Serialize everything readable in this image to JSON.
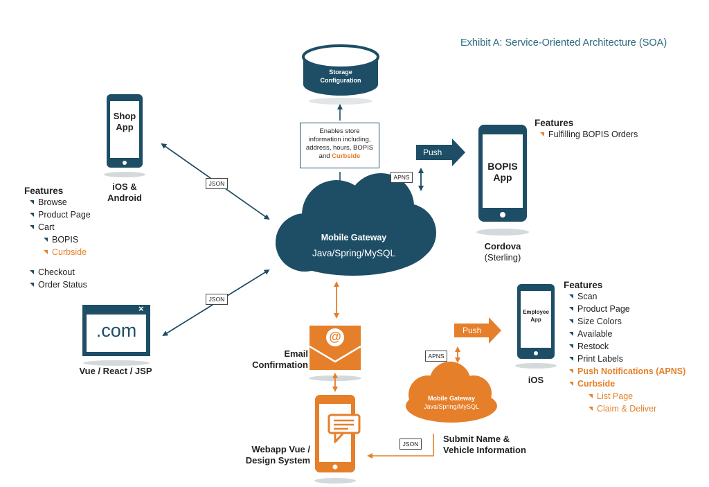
{
  "title": "Exhibit A: Service-Oriented Architecture (SOA)",
  "storage": {
    "line1": "Storage",
    "line2": "Configuration"
  },
  "enables_box": {
    "line1": "Enables store",
    "line2": "information including,",
    "line3": "address, hours, BOPIS",
    "line4_prefix": "and ",
    "line4_highlight": "Curbside"
  },
  "mobile_gateway": {
    "name": "Mobile Gateway",
    "stack": "Java/Spring/MySQL"
  },
  "shop_app": {
    "screen_line1": "Shop",
    "screen_line2": "App",
    "label_line1": "iOS &",
    "label_line2": "Android"
  },
  "shop_features": {
    "heading": "Features",
    "items": [
      "Browse",
      "Product Page",
      "Cart"
    ],
    "sub_items": [
      "BOPIS",
      "Curbside"
    ],
    "items2": [
      "Checkout",
      "Order Status"
    ]
  },
  "web": {
    "screen_text": ".com",
    "close_glyph": "×",
    "label": "Vue / React / JSP"
  },
  "json_tags": [
    "JSON",
    "JSON",
    "JSON"
  ],
  "apns_tags": [
    "APNS",
    "APNS"
  ],
  "push_labels": [
    "Push",
    "Push"
  ],
  "bopis_app": {
    "screen_line1": "BOPIS",
    "screen_line2": "App",
    "label_line1": "Cordova",
    "label_line2": "(Sterling)"
  },
  "bopis_features": {
    "heading": "Features",
    "items": [
      "Fulfilling BOPIS Orders"
    ]
  },
  "email": {
    "glyph": "@",
    "label_line1": "Email",
    "label_line2": "Confirmation"
  },
  "webapp": {
    "label_line1": "Webapp Vue /",
    "label_line2": "Design System"
  },
  "small_gateway": {
    "name": "Mobile Gateway",
    "stack": "Java/Spring/MySQL"
  },
  "submit": {
    "line1": "Submit Name &",
    "line2": "Vehicle Information"
  },
  "employee_app": {
    "screen_line1": "Employee",
    "screen_line2": "App",
    "label": "iOS"
  },
  "employee_features": {
    "heading": "Features",
    "items": [
      "Scan",
      "Product Page",
      "Size Colors",
      "Available",
      "Restock",
      "Print Labels"
    ],
    "highlight_items": [
      "Push Notifications (APNS)",
      "Curbside"
    ],
    "sub_items": [
      "List Page",
      "Claim & Deliver"
    ]
  },
  "colors": {
    "navy": "#1d4e66",
    "orange": "#e57f2a",
    "title": "#2b6a7c"
  },
  "icons": [
    "database-icon",
    "cloud-icon",
    "phone-icon",
    "browser-window-icon",
    "email-envelope-icon",
    "chat-bubble-icon",
    "arrow-icon"
  ]
}
